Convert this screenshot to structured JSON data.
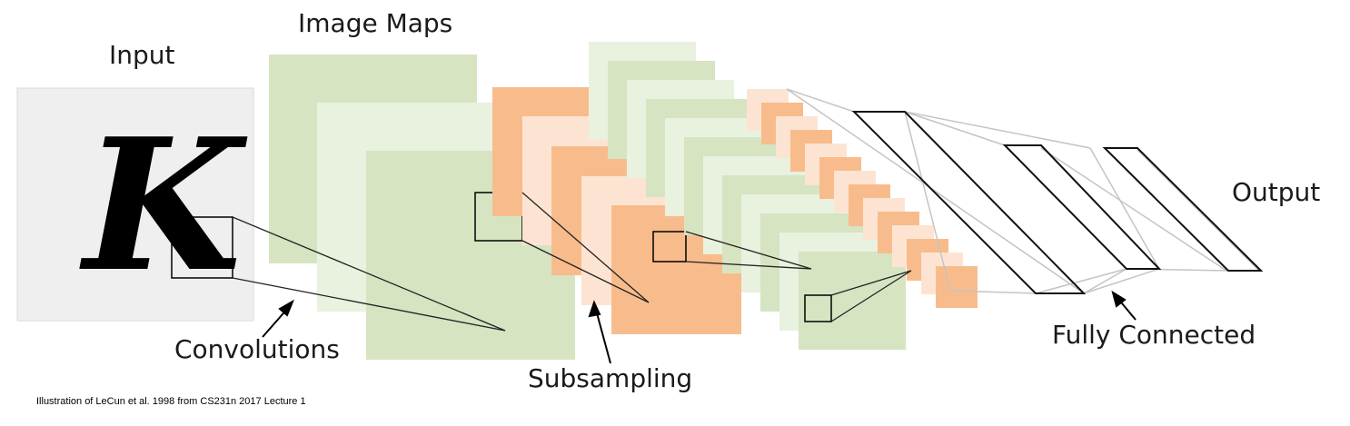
{
  "labels": {
    "input": "Input",
    "image_maps": "Image Maps",
    "output": "Output",
    "convolutions": "Convolutions",
    "subsampling": "Subsampling",
    "fully_connected": "Fully Connected",
    "input_glyph": "K"
  },
  "caption": "Illustration of LeCun et al. 1998 from CS231n 2017 Lecture 1",
  "colors": {
    "green": "#d6e4c2",
    "green_light": "#e9f1df",
    "orange": "#f8bc8c",
    "orange_light": "#fde4d2",
    "input_bg": "#efefef",
    "line_gray": "#bdbdbd",
    "line_dark": "#000000"
  }
}
